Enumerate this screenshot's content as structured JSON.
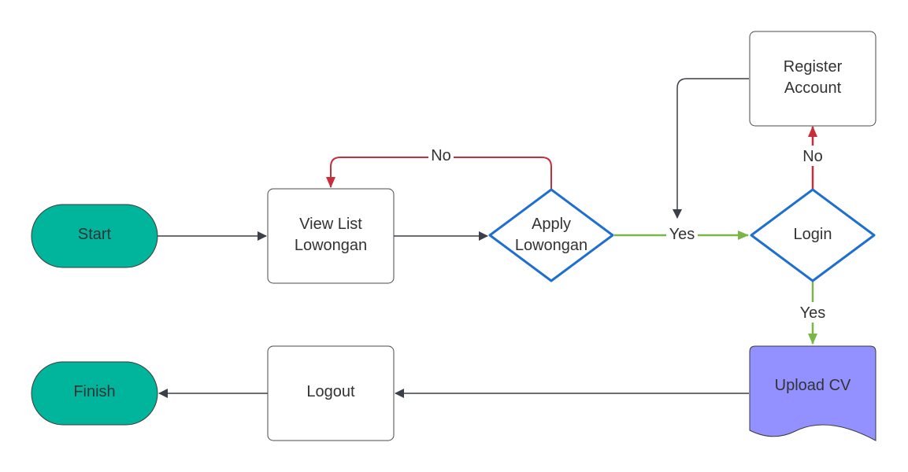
{
  "diagram": {
    "colors": {
      "terminal_fill": "#00B59C",
      "document_fill": "#9391FF",
      "decision_stroke": "#1F6FD1",
      "box_stroke": "#4A4A4A",
      "edge_default": "#3A3F4A",
      "edge_yes": "#7AB648",
      "edge_no": "#C92D39",
      "text": "#333333"
    },
    "nodes": {
      "start": {
        "label": "Start"
      },
      "view_list": {
        "line1": "View List",
        "line2": "Lowongan"
      },
      "apply": {
        "line1": "Apply",
        "line2": "Lowongan"
      },
      "login": {
        "label": "Login"
      },
      "register": {
        "line1": "Register",
        "line2": "Account"
      },
      "upload_cv": {
        "label": "Upload CV"
      },
      "logout": {
        "label": "Logout"
      },
      "finish": {
        "label": "Finish"
      }
    },
    "edges": {
      "apply_no": "No",
      "apply_yes": "Yes",
      "login_no": "No",
      "login_yes": "Yes"
    }
  }
}
